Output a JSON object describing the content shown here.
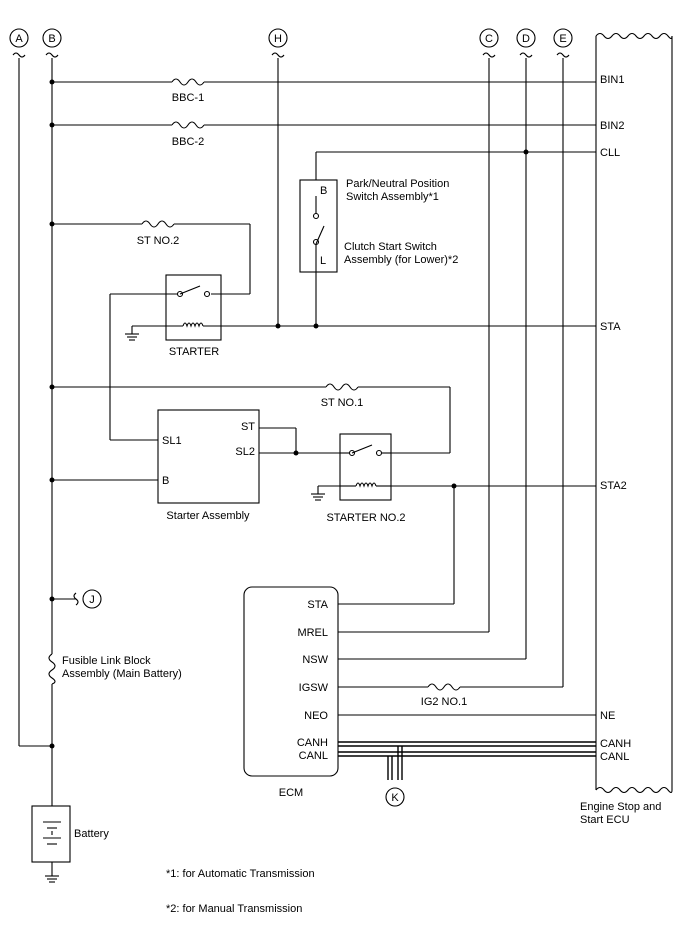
{
  "connectors": {
    "A": "A",
    "B": "B",
    "H": "H",
    "C": "C",
    "D": "D",
    "E": "E",
    "J": "J",
    "K": "K"
  },
  "fuses": {
    "bbc1": "BBC-1",
    "bbc2": "BBC-2",
    "st_no2": "ST NO.2",
    "st_no1": "ST NO.1",
    "ig2_no1": "IG2 NO.1"
  },
  "relays": {
    "starter": "STARTER",
    "starter_no2": "STARTER NO.2"
  },
  "pn_switch": {
    "line1": "Park/Neutral Position",
    "line2": "Switch Assembly*1",
    "line3": "Clutch Start Switch",
    "line4": "Assembly (for Lower)*2",
    "pin_b": "B",
    "pin_l": "L"
  },
  "starter_assembly": {
    "label": "Starter Assembly",
    "pin_sl1": "SL1",
    "pin_b": "B",
    "pin_st": "ST",
    "pin_sl2": "SL2"
  },
  "ecm": {
    "label": "ECM",
    "pins": [
      "STA",
      "MREL",
      "NSW",
      "IGSW",
      "NEO",
      "CANH",
      "CANL"
    ]
  },
  "engine_ecu": {
    "label_line1": "Engine Stop and",
    "label_line2": "Start ECU",
    "pins": [
      "BIN1",
      "BIN2",
      "CLL",
      "STA",
      "STA2",
      "NE",
      "CANH",
      "CANL"
    ]
  },
  "fusible_link": {
    "line1": "Fusible Link Block",
    "line2": "Assembly (Main Battery)"
  },
  "battery": {
    "label": "Battery"
  },
  "notes": {
    "note1": "*1: for Automatic Transmission",
    "note2": "*2: for Manual Transmission"
  }
}
